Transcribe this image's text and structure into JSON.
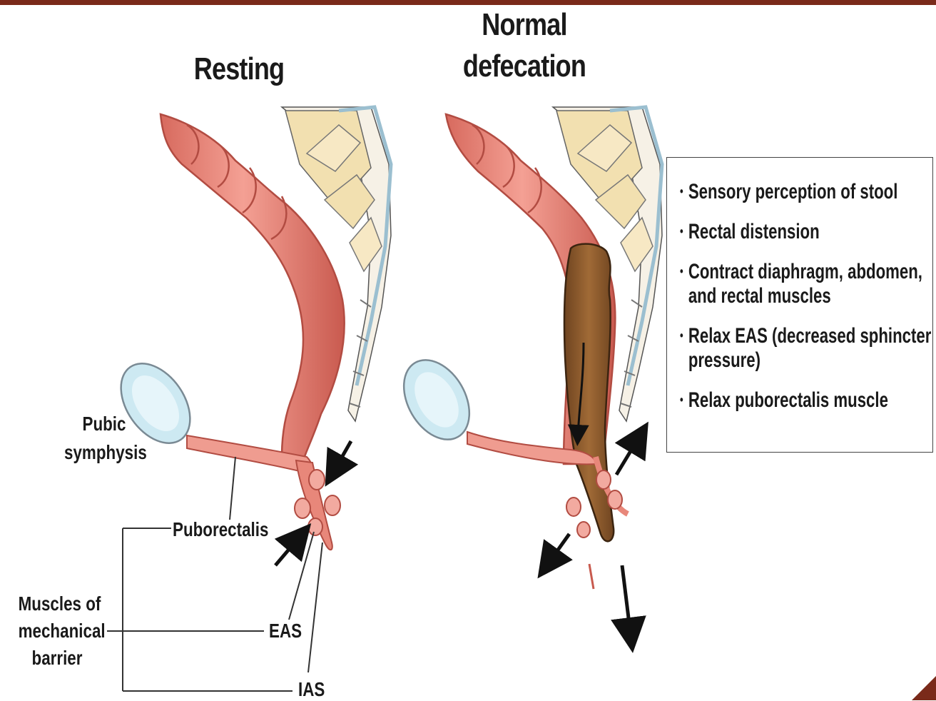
{
  "titles": {
    "resting": "Resting",
    "defecation_line1": "Normal",
    "defecation_line2": "defecation"
  },
  "labels": {
    "pubic_line1": "Pubic",
    "pubic_line2": "symphysis",
    "puborectalis": "Puborectalis",
    "muscles_line1": "Muscles of",
    "muscles_line2": "mechanical",
    "muscles_line3": "barrier",
    "eas": "EAS",
    "ias": "IAS"
  },
  "info_box": {
    "items": [
      "Sensory perception of stool",
      "Rectal distension",
      "Contract diaphragm, abdomen, and rectal muscles",
      "Relax EAS (decreased sphincter pressure)",
      "Relax puborectalis muscle"
    ]
  },
  "colors": {
    "bowel": "#e8877a",
    "bowel_dark": "#c85a4e",
    "stool": "#8b5a2b",
    "bone": "#f2e0b0",
    "bladder": "#cde9f2",
    "accent": "#7a2a1a"
  }
}
